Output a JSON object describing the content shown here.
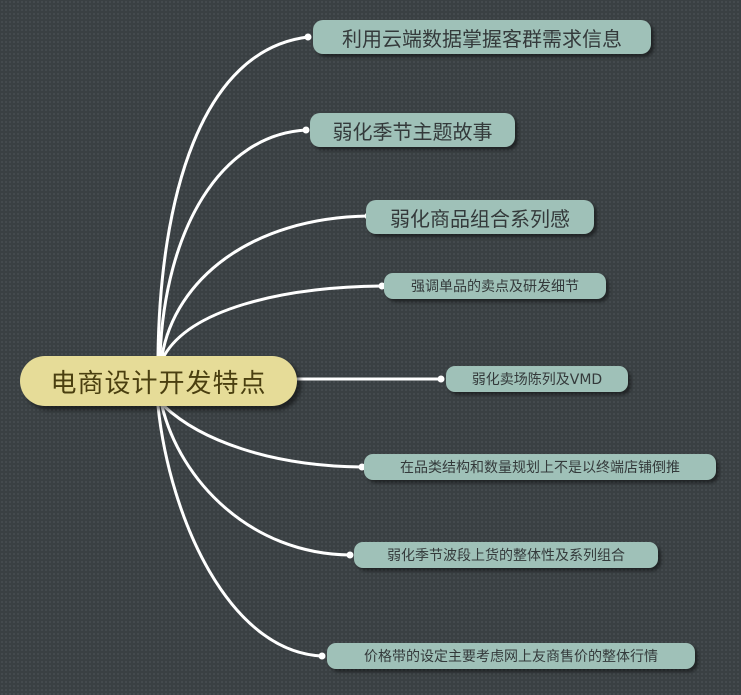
{
  "mindmap": {
    "center": {
      "label": "电商设计开发特点",
      "fill": "#e6dc98"
    },
    "branch_fill": "#9fc1b8",
    "line_color": "#ffffff",
    "background": "#3a4043",
    "branches": [
      {
        "label": "利用云端数据掌握客群需求信息"
      },
      {
        "label": "弱化季节主题故事"
      },
      {
        "label": "弱化商品组合系列感"
      },
      {
        "label": "强调单品的卖点及研发细节"
      },
      {
        "label": "弱化卖场陈列及VMD"
      },
      {
        "label": "在品类结构和数量规划上不是以终端店铺倒推"
      },
      {
        "label": "弱化季节波段上货的整体性及系列组合"
      },
      {
        "label": "价格带的设定主要考虑网上友商售价的整体行情"
      }
    ]
  }
}
